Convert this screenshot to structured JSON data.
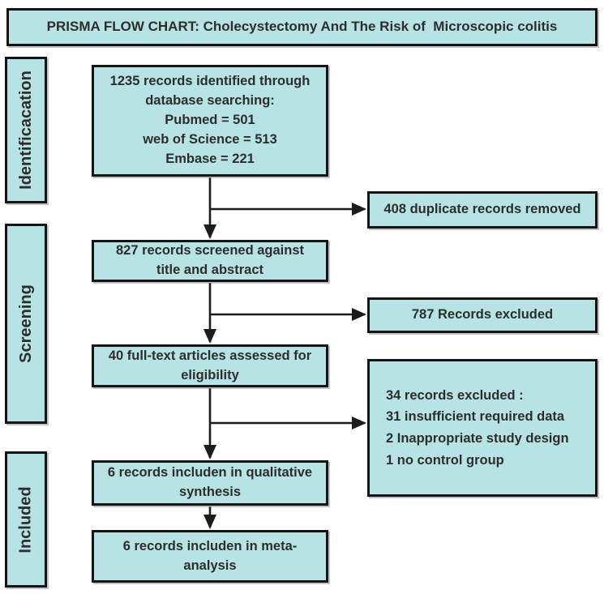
{
  "title": "PRISMA FLOW CHART: Cholecystectomy And The Risk of  Microscopic colitis",
  "colors": {
    "box_fill": "#b7e3e4",
    "box_border": "#141414",
    "text_color": "#2d2d2d",
    "arrow_color": "#1c1c1c",
    "bg_color": "#ffffff"
  },
  "sidebar": {
    "items": [
      {
        "label": "Identificacation"
      },
      {
        "label": "Screening"
      },
      {
        "label": "Included"
      }
    ]
  },
  "flow": {
    "identified": "1235 records identified through\ndatabase searching:\nPubmed = 501\nweb of Science = 513\nEmbase = 221",
    "duplicates_removed": "408 duplicate records removed",
    "screened": "827 records screened against\ntitle and abstract",
    "records_excluded": "787 Records excluded",
    "fulltext_assessed": "40 full-text articles assessed for\neligibility",
    "fulltext_excluded": "34 records excluded :\n31 insufficient required data\n2 Inappropriate study design\n1 no control group",
    "qualitative_synthesis": "6 records includen in qualitative\nsynthesis",
    "meta_analysis": "6 records includen in meta-\nanalysis"
  }
}
